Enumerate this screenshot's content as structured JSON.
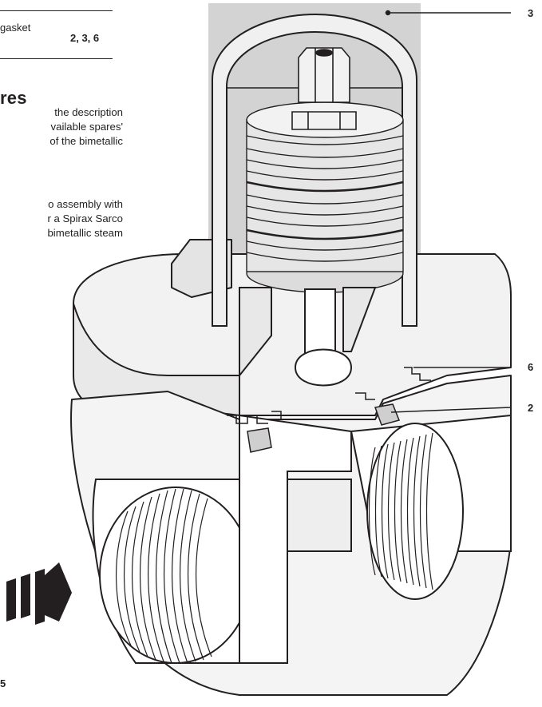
{
  "table": {
    "row_label": "gasket",
    "row_parts": "2, 3, 6"
  },
  "section": {
    "heading": "res"
  },
  "paragraphs": {
    "p1": [
      "the description",
      "vailable spares'",
      "of the bimetallic"
    ],
    "p2": [
      "o assembly with",
      "r a Spirax Sarco",
      "bimetallic steam"
    ]
  },
  "callouts": {
    "c3": "3",
    "c6": "6",
    "c2": "2"
  },
  "footer": {
    "page_fragment": "5"
  },
  "colors": {
    "shade": "#d3d3d3",
    "ink": "#231f20",
    "body_light": "#f2f2f2",
    "body_mid": "#e4e4e4"
  },
  "icons": [
    "flow-direction-arrow-icon"
  ]
}
